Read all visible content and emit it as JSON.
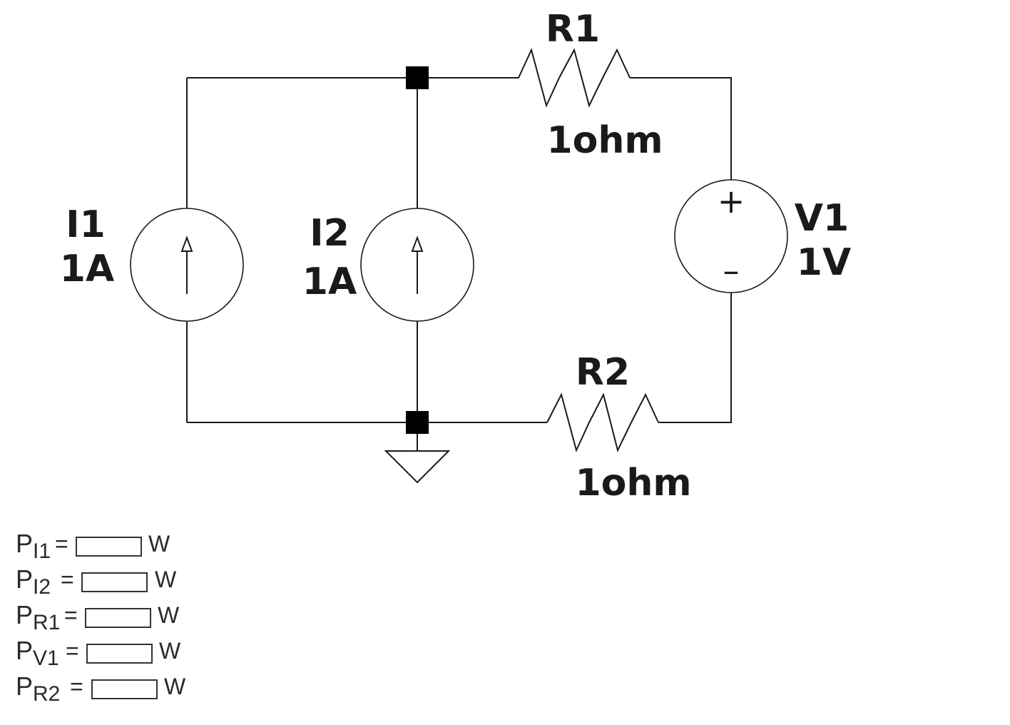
{
  "circuit": {
    "I1": {
      "name": "I1",
      "value": "1A"
    },
    "I2": {
      "name": "I2",
      "value": "1A"
    },
    "R1": {
      "name": "R1",
      "value": "1ohm"
    },
    "R2": {
      "name": "R2",
      "value": "1ohm"
    },
    "V1": {
      "name": "V1",
      "value": "1V",
      "plus": "+",
      "minus": "–"
    }
  },
  "answers": [
    {
      "symbol": "P",
      "subscript": "I1",
      "equals": "=",
      "value": "",
      "unit": "W"
    },
    {
      "symbol": "P",
      "subscript": "I2",
      "equals": "=",
      "value": "",
      "unit": "W"
    },
    {
      "symbol": "P",
      "subscript": "R1",
      "equals": "=",
      "value": "",
      "unit": "W"
    },
    {
      "symbol": "P",
      "subscript": "V1",
      "equals": "=",
      "value": "",
      "unit": "W"
    },
    {
      "symbol": "P",
      "subscript": "R2",
      "equals": "=",
      "value": "",
      "unit": "W"
    }
  ]
}
